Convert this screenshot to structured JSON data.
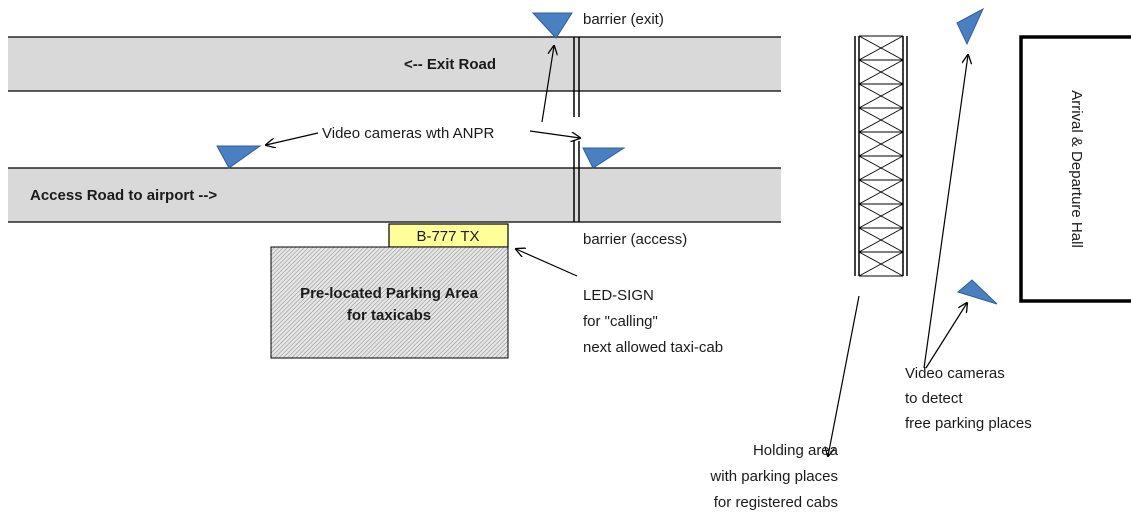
{
  "roads": {
    "exit_label": "<-- Exit Road",
    "access_label": "Access Road to airport -->"
  },
  "barriers": {
    "exit": "barrier (exit)",
    "access": "barrier (access)"
  },
  "cameras": {
    "anpr_label": "Video cameras wth ANPR",
    "detect_lines": [
      "Video cameras",
      "to detect",
      "free parking places"
    ]
  },
  "led_sign": {
    "display_text": "B-777 TX",
    "caption_lines": [
      "LED-SIGN",
      "for \"calling\"",
      "next allowed taxi-cab"
    ]
  },
  "parking_area": {
    "lines": [
      "Pre-located Parking Area",
      "for taxicabs"
    ]
  },
  "holding_area": {
    "lines": [
      "Holding area",
      "with parking places",
      "for registered cabs"
    ]
  },
  "terminal": {
    "label": "Arrival & Departure Hall"
  },
  "colors": {
    "road_fill": "#d9d9d9",
    "camera_fill": "#4a7fc1",
    "led_fill": "#ffff99"
  }
}
